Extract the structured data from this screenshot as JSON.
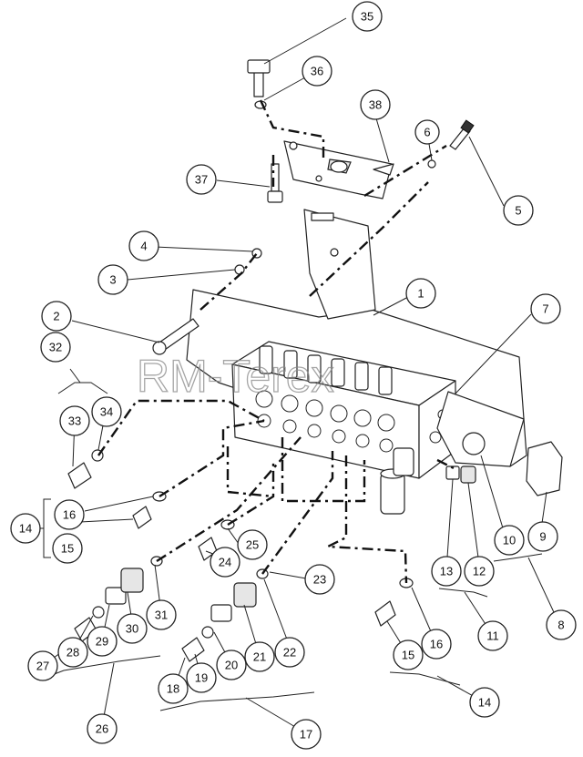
{
  "watermark": "RM-Terex",
  "callouts": [
    "1",
    "2",
    "3",
    "4",
    "5",
    "6",
    "7",
    "8",
    "9",
    "10",
    "11",
    "12",
    "13",
    "14",
    "15",
    "16",
    "17",
    "18",
    "19",
    "20",
    "21",
    "22",
    "23",
    "24",
    "25",
    "26",
    "27",
    "28",
    "29",
    "30",
    "31",
    "32",
    "33",
    "34",
    "35",
    "36",
    "37",
    "38"
  ]
}
